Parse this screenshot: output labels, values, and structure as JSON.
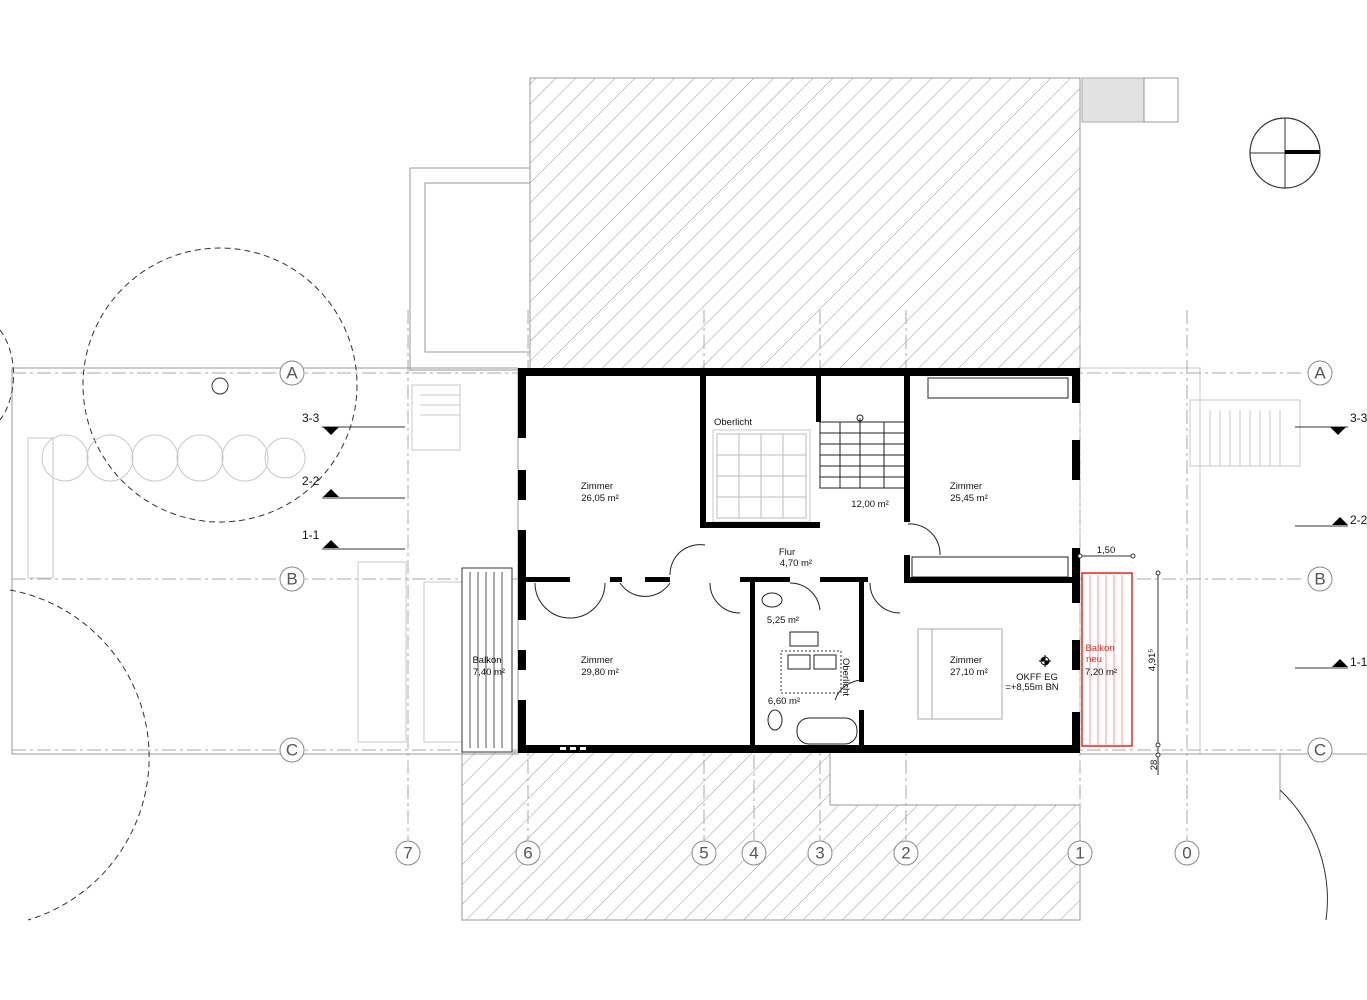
{
  "plan": {
    "rooms": [
      {
        "name": "Zimmer",
        "area": "26,05 m²"
      },
      {
        "name": "Oberlicht",
        "area": ""
      },
      {
        "name": "",
        "area": "12,00 m²"
      },
      {
        "name": "Zimmer",
        "area": "25,45 m²"
      },
      {
        "name": "Flur",
        "area": "4,70 m²"
      },
      {
        "name": "Zimmer",
        "area": "29,80 m²"
      },
      {
        "name": "",
        "area": "5,25 m²"
      },
      {
        "name": "",
        "area": "6,60 m²"
      },
      {
        "name": "Oberlicht",
        "area": ""
      },
      {
        "name": "Zimmer",
        "area": "27,10 m²"
      },
      {
        "name": "Balkon",
        "area": "7,40 m²"
      },
      {
        "name": "Balkon neu",
        "area": "7,20 m²"
      }
    ],
    "balkon_neu": {
      "line1": "Balkon",
      "line2": "neu"
    },
    "level": {
      "line1": "OKFF EG",
      "line2": "=+8,55m BN"
    },
    "dimensions": {
      "width": "1,50",
      "length": "4,91⁵",
      "offset": "28"
    },
    "grid_rows": [
      "A",
      "B",
      "C"
    ],
    "grid_columns": [
      "7",
      "6",
      "5",
      "4",
      "3",
      "2",
      "1",
      "0"
    ],
    "sections_left": [
      "3-3",
      "2-2",
      "1-1"
    ],
    "sections_right": [
      "3-3",
      "2-2",
      "1-1"
    ],
    "colors": {
      "walls": "#000000",
      "new_balcony": "#e8261f",
      "hatch": "#9a9a9a",
      "grid": "#aaaaaa"
    },
    "icons": [
      "north-arrow-icon",
      "level-marker-icon",
      "section-marker-icon"
    ]
  }
}
